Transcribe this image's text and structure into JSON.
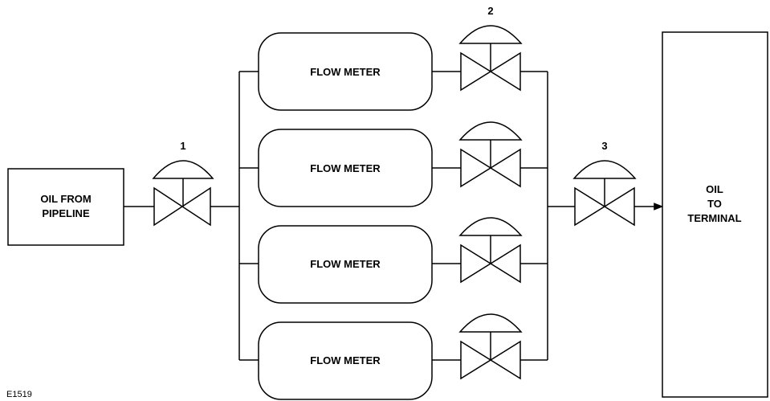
{
  "source_box": {
    "lines": [
      "OIL FROM",
      "PIPELINE"
    ]
  },
  "destination_box": {
    "lines": [
      "OIL",
      "TO",
      "TERMINAL"
    ]
  },
  "flow_meters": [
    {
      "label": "FLOW METER"
    },
    {
      "label": "FLOW METER"
    },
    {
      "label": "FLOW METER"
    },
    {
      "label": "FLOW METER"
    }
  ],
  "valve_labels": {
    "inlet": "1",
    "meter_outlet": "2",
    "terminal_inlet": "3"
  },
  "figure_code": "E1519"
}
